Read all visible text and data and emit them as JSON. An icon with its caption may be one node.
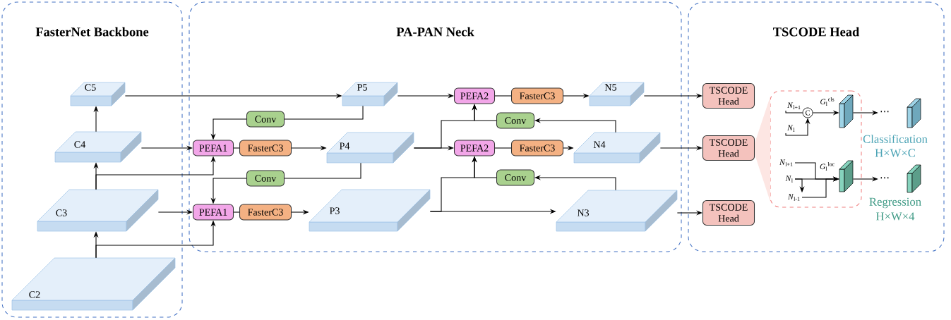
{
  "diagram": {
    "nodes": [
      {
        "text": [
          "FasterNet Backbone"
        ]
      },
      {
        "text": [
          "PA-PAN Neck"
        ]
      },
      {
        "text": [
          "TSCODE Head"
        ]
      },
      {
        "text": [
          "C5"
        ],
        "in": 0
      },
      {
        "text": [
          "C4"
        ],
        "in": 0
      },
      {
        "text": [
          "C3"
        ],
        "in": 0
      },
      {
        "text": [
          "C2"
        ],
        "in": 0
      },
      {
        "text": [
          "P5"
        ],
        "in": 1
      },
      {
        "text": [
          "Conv"
        ],
        "in": 1
      },
      {
        "text": [
          "PEFA1"
        ],
        "in": 1
      },
      {
        "text": [
          "FasterC3"
        ],
        "in": 1
      },
      {
        "text": [
          "P4"
        ],
        "in": 1
      },
      {
        "text": [
          "Conv"
        ],
        "in": 1
      },
      {
        "text": [
          "PEFA1"
        ],
        "in": 1
      },
      {
        "text": [
          "FasterC3"
        ],
        "in": 1
      },
      {
        "text": [
          "P3"
        ],
        "in": 1
      },
      {
        "text": [
          "PEFA2"
        ],
        "in": 1
      },
      {
        "text": [
          "FasterC3"
        ],
        "in": 1
      },
      {
        "text": [
          "N5"
        ],
        "in": 1
      },
      {
        "text": [
          "Conv"
        ],
        "in": 1
      },
      {
        "text": [
          "PEFA2"
        ],
        "in": 1
      },
      {
        "text": [
          "FasterC3"
        ],
        "in": 1
      },
      {
        "text": [
          "N4"
        ],
        "in": 1
      },
      {
        "text": [
          "Conv"
        ],
        "in": 1
      },
      {
        "text": [
          "N3"
        ],
        "in": 1
      },
      {
        "text": [
          "TSCODE Head"
        ],
        "in": 2
      },
      {
        "text": [
          "TSCODE Head"
        ],
        "in": 2
      },
      {
        "text": [
          "TSCODE Head"
        ],
        "in": 2
      },
      {
        "text": [],
        "shape": "box",
        "in": 2
      },
      {
        "text": [
          "*N*$_{l+1}$"
        ],
        "in": 28
      },
      {
        "text": [
          "*N*$_{l}$"
        ],
        "in": 28
      },
      {
        "text": [
          "C"
        ],
        "in": 28
      },
      {
        "text": [],
        "shape": "box",
        "in": 28,
        "beside": [
          "*G*$_{l}$$^{cls}$"
        ]
      },
      {
        "text": [
          "*N*$_{l+1}$"
        ],
        "in": 28
      },
      {
        "text": [
          "*N*$_{l}$"
        ],
        "in": 28
      },
      {
        "text": [
          "*N*$_{l-1}$"
        ],
        "in": 28
      },
      {
        "text": [],
        "shape": "box",
        "in": 28,
        "beside": [
          "*G*$_{l}$$^{loc}$"
        ]
      },
      {
        "text": [],
        "shape": "box",
        "in": 2,
        "beside": [
          "Classification",
          "H×W×C"
        ]
      },
      {
        "text": [],
        "shape": "box",
        "in": 2,
        "beside": [
          "Regression",
          "H×W×4"
        ]
      },
      {
        "text": [
          "⋯"
        ],
        "in": 2
      },
      {
        "text": [
          "⋯"
        ],
        "in": 2
      },
      {
        "text": [],
        "shape": "funnel",
        "in": 2
      }
    ],
    "edges": [
      {
        "from": 6,
        "to": 5,
        "arrow": "to"
      },
      {
        "from": 5,
        "to": 4,
        "arrow": "to"
      },
      {
        "from": 4,
        "to": 3,
        "arrow": "to"
      },
      {
        "from": 3,
        "to": 7,
        "arrow": "to"
      },
      {
        "from": 4,
        "to": 9,
        "arrow": "to"
      },
      {
        "from": 5,
        "to": 9,
        "arrow": "to"
      },
      {
        "from": 7,
        "to": 8,
        "arrow": "none"
      },
      {
        "from": 8,
        "to": 9,
        "arrow": "to"
      },
      {
        "from": 9,
        "to": 10,
        "arrow": "none"
      },
      {
        "from": 10,
        "to": 11,
        "arrow": "to"
      },
      {
        "from": 11,
        "to": 12,
        "arrow": "none"
      },
      {
        "from": 12,
        "to": 13,
        "arrow": "to"
      },
      {
        "from": 5,
        "to": 13,
        "arrow": "to"
      },
      {
        "from": 6,
        "to": 13,
        "arrow": "to"
      },
      {
        "from": 13,
        "to": 14,
        "arrow": "none"
      },
      {
        "from": 14,
        "to": 15,
        "arrow": "to"
      },
      {
        "from": 7,
        "to": 16,
        "arrow": "to"
      },
      {
        "from": 16,
        "to": 17,
        "arrow": "none"
      },
      {
        "from": 17,
        "to": 18,
        "arrow": "to"
      },
      {
        "from": 11,
        "to": 20,
        "arrow": "to"
      },
      {
        "from": 11,
        "to": 16,
        "arrow": "to"
      },
      {
        "from": 19,
        "to": 16,
        "arrow": "to"
      },
      {
        "from": 22,
        "to": 19,
        "arrow": "to"
      },
      {
        "from": 20,
        "to": 21,
        "arrow": "none"
      },
      {
        "from": 21,
        "to": 22,
        "arrow": "to"
      },
      {
        "from": 15,
        "to": 24,
        "arrow": "to"
      },
      {
        "from": 15,
        "to": 20,
        "arrow": "to"
      },
      {
        "from": 23,
        "to": 20,
        "arrow": "to"
      },
      {
        "from": 24,
        "to": 23,
        "arrow": "to"
      },
      {
        "from": 18,
        "to": 25,
        "arrow": "to"
      },
      {
        "from": 22,
        "to": 26,
        "arrow": "to"
      },
      {
        "from": 24,
        "to": 27,
        "arrow": "to"
      },
      {
        "from": 29,
        "to": 31,
        "arrow": "none"
      },
      {
        "from": 30,
        "to": 31,
        "arrow": "to"
      },
      {
        "from": 31,
        "to": 32,
        "arrow": "to"
      },
      {
        "from": 32,
        "to": 39,
        "arrow": "to"
      },
      {
        "from": 33,
        "to": 36,
        "arrow": "to"
      },
      {
        "from": 34,
        "to": 36,
        "arrow": "to"
      },
      {
        "from": 34,
        "to": 35,
        "arrow": "to"
      },
      {
        "from": 35,
        "to": 36,
        "arrow": "to"
      },
      {
        "from": 36,
        "to": 40,
        "arrow": "to"
      }
    ]
  }
}
